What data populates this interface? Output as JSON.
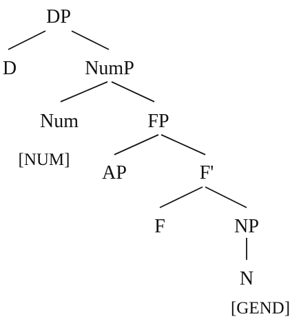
{
  "tree": {
    "nodes": {
      "dp": "DP",
      "d": "D",
      "nump": "NumP",
      "num": "Num",
      "fp": "FP",
      "ap": "AP",
      "f_bar": "F'",
      "f": "F",
      "np": "NP",
      "n": "N"
    },
    "features": {
      "num": "[NUM]",
      "gend": "[GEND]"
    }
  }
}
